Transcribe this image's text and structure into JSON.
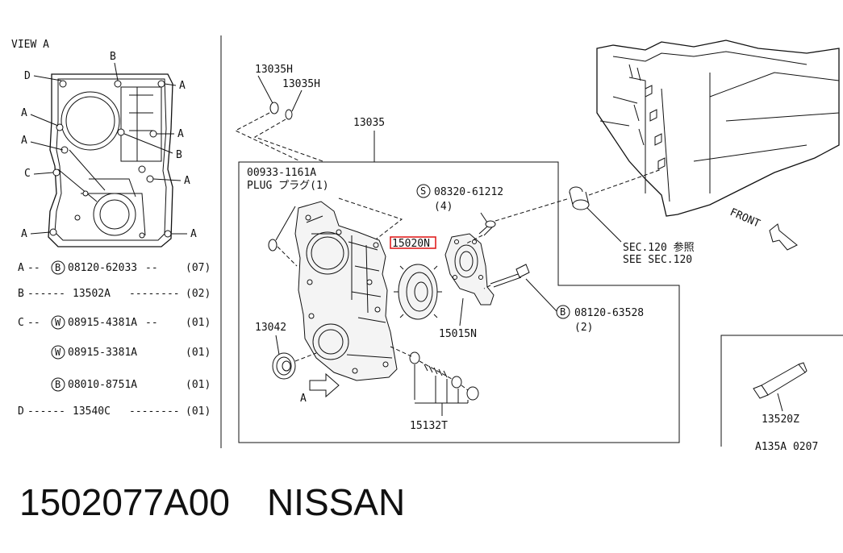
{
  "view_a": {
    "title": "VIEW A",
    "callouts": [
      "A",
      "B",
      "C",
      "D"
    ]
  },
  "legend": [
    {
      "key": "A",
      "leader": "--",
      "symbol": "B",
      "part": "08120-62033",
      "dash": "--",
      "qty": "(07)"
    },
    {
      "key": "B",
      "leader": "------",
      "symbol": "",
      "part": "13502A",
      "dash": "--------",
      "qty": "(02)"
    },
    {
      "key": "C",
      "leader": "--",
      "symbol": "W",
      "part": "08915-4381A",
      "dash": "--",
      "qty": "(01)"
    },
    {
      "key": "",
      "leader": "",
      "symbol": "W",
      "part": "08915-3381A",
      "dash": "",
      "qty": "(01)"
    },
    {
      "key": "",
      "leader": "",
      "symbol": "B",
      "part": "08010-8751A",
      "dash": "",
      "qty": "(01)"
    },
    {
      "key": "D",
      "leader": "------",
      "symbol": "",
      "part": "13540C",
      "dash": "--------",
      "qty": "(01)"
    }
  ],
  "main": {
    "p13035H_a": "13035H",
    "p13035H_b": "13035H",
    "p13035": "13035",
    "plug_part": "00933-1161A",
    "plug_label": "PLUG プラグ(1)",
    "screw_symbol": "S",
    "screw_part": "08320-61212",
    "screw_qty": "(4)",
    "p15020N": "15020N",
    "p15015N": "15015N",
    "bolt_symbol": "B",
    "bolt_part": "08120-63528",
    "bolt_qty": "(2)",
    "p13042": "13042",
    "p15132T": "15132T",
    "view_arrow": "A",
    "sec_ref_1": "SEC.120 参照",
    "sec_ref_2": "SEE SEC.120",
    "front": "FRONT"
  },
  "inset": {
    "part": "13520Z",
    "ref": "A135A 0207"
  },
  "footer": {
    "part_number": "1502077A00",
    "brand": "NISSAN"
  },
  "colors": {
    "highlight": "#e02020",
    "ink": "#111111"
  }
}
